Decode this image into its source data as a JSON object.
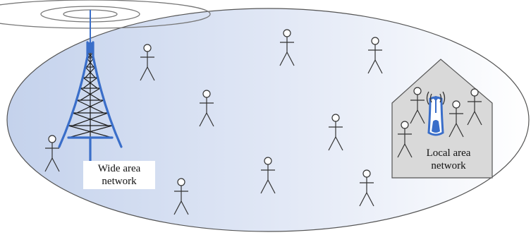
{
  "labels": {
    "wan_line1": "Wide area",
    "wan_line2": "network",
    "lan_line1": "Local area",
    "lan_line2": "network"
  },
  "colors": {
    "tower_blue": "#3a6ec9",
    "lattice_dark": "#1a1a1a",
    "ellipse_fill_left": "#c9d6ee",
    "ellipse_fill_right": "#ffffff",
    "house_fill": "#d9d9d9",
    "stroke_gray": "#333333"
  },
  "icons": {
    "tower": "cell-tower-icon",
    "router": "wifi-router-icon",
    "person": "stick-figure-icon"
  }
}
